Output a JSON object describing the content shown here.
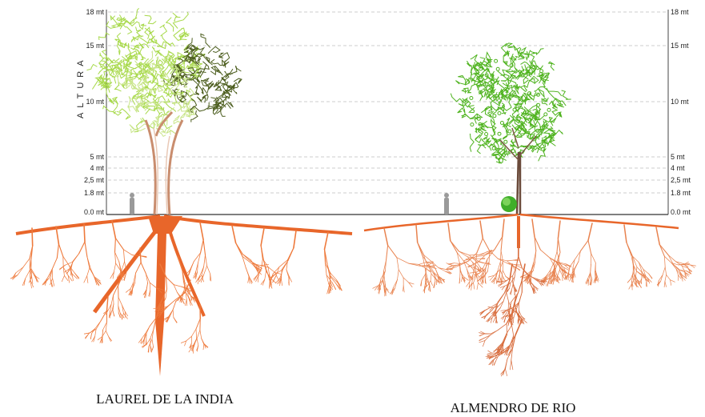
{
  "axis_title": "ALTURA",
  "levels": [
    {
      "label": "18 mt",
      "value": 18
    },
    {
      "label": "15 mt",
      "value": 15
    },
    {
      "label": "10 mt",
      "value": 10
    },
    {
      "label": "5 mt",
      "value": 5
    },
    {
      "label": "4 mt",
      "value": 4
    },
    {
      "label": "2,5 mt",
      "value": 2.5
    },
    {
      "label": "1.8 mt",
      "value": 1.8
    },
    {
      "label": "0.0 mt",
      "value": 0
    }
  ],
  "trees": [
    {
      "name": "LAUREL DE LA INDIA"
    },
    {
      "name": "ALMENDRO DE RIO"
    }
  ],
  "colors": {
    "root": "#ee7a3c",
    "root_main": "#e8662a",
    "trunk": "#c98d6e",
    "canopy_light": "#a7d94a",
    "canopy_dark": "#4d5e1f",
    "canopy_green": "#4fb31f",
    "shrub": "#3fae2a",
    "person": "#9a9a9a",
    "guide": "#bdbdbd"
  }
}
